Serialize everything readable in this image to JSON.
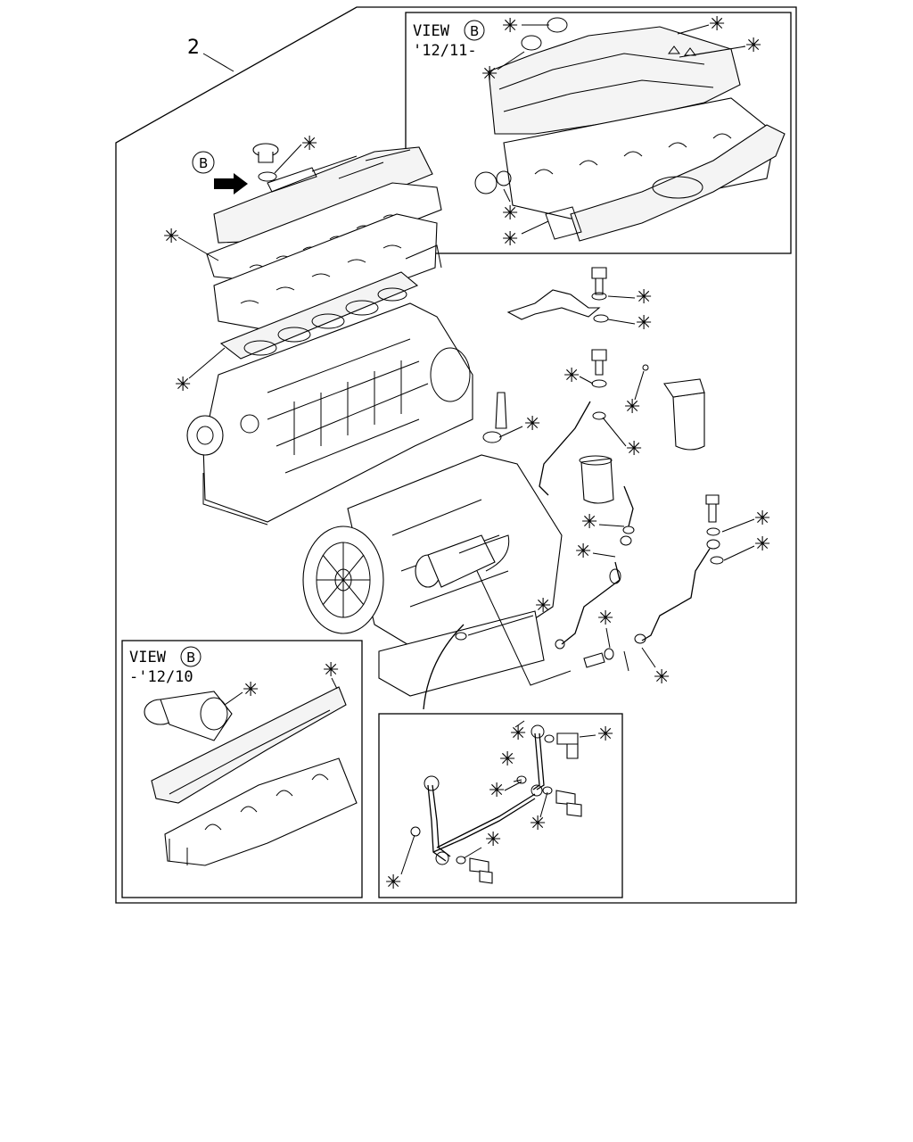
{
  "diagram": {
    "main_label": "2",
    "callout_b": "B",
    "view_top": {
      "title": "VIEW",
      "circle": "B",
      "range": "'12/11-"
    },
    "view_bottom": {
      "title": "VIEW",
      "circle": "B",
      "range": "-'12/10"
    },
    "marker": "✳"
  }
}
